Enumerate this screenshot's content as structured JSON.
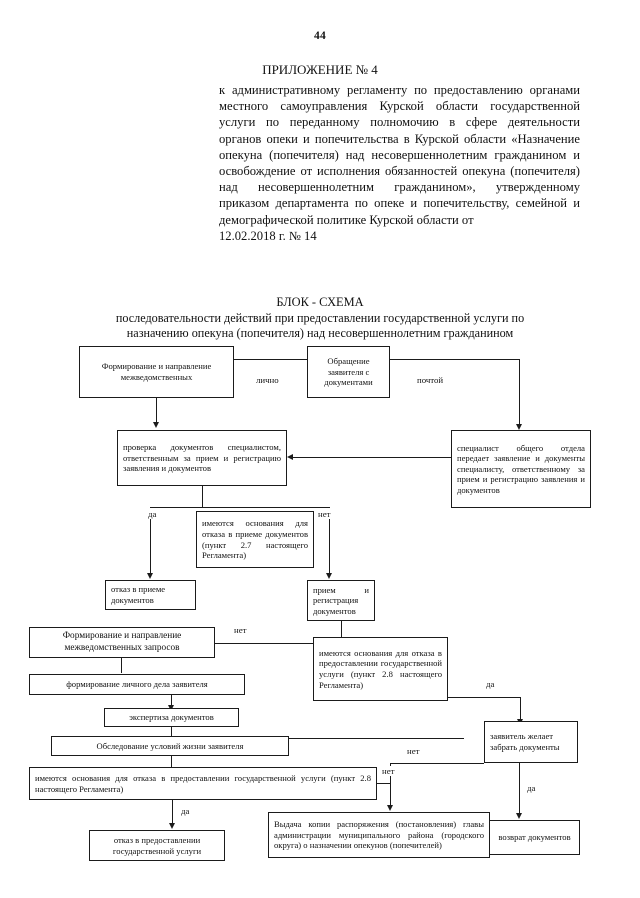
{
  "document": {
    "page_number": "44",
    "appendix_title": "ПРИЛОЖЕНИЕ № 4",
    "intro_paragraph_1": "к административному регламенту по предоставлению органами местного самоуправления Курской области государственной услуги по переданному полномочию в сфере деятельности органов опеки и попечительства в Курской области «Назначение опекуна (попечителя) над несовершеннолетним гражданином и освобождение от исполнения обязанностей опекуна (попечителя) над несовершеннолетним гражданином», утвержденному приказом департамента по опеке и попечительству, семейной и демографической политике Курской области от",
    "intro_paragraph_2": "12.02.2018 г. № 14"
  },
  "scheme": {
    "title": "БЛОК - СХЕМА",
    "subtitle": "последовательности действий при предоставлении государственной услуги по назначению опекуна (попечителя) над несовершеннолетним гражданином",
    "nodes": {
      "n1_interdepartmental_top": "Формирование и направление межведомственных",
      "n2_applicant_request": "Обращение заявителя с документами",
      "n3_general_dept_specialist": "специалист общего отдела передает заявление и документы специалисту, ответственному за прием и регистрацию заявления и документов",
      "n4_document_check": "проверка документов специалистом, ответственным за прием и регистрацию заявления и документов",
      "n5_refusal_grounds_intake": "имеются основания для отказа в приеме документов (пункт 2.7 настоящего Регламента)",
      "n6_refusal_intake": "отказ в приеме документов",
      "n7_intake_registration": "прием и регистрация документов",
      "n8_interdepartmental_requests": "Формирование и направление межведомственных запросов",
      "n9_refusal_grounds_service_1": "имеются основания для отказа в предоставлении государственной услуги (пункт 2.8 настоящего Регламента)",
      "n10_personal_file": "формирование личного дела заявителя",
      "n11_expertise": "экспертиза документов",
      "n12_living_conditions_survey": "Обследование условий жизни заявителя",
      "n13_refusal_grounds_service_2": "имеются основания для отказа в предоставлении государственной услуги (пункт 2.8 настоящего Регламента)",
      "n14_applicant_wants_return": "заявитель желает забрать документы",
      "n15_refusal_service": "отказ в предоставлении государственной услуги",
      "n16_issue_copy_order": "Выдача копии распоряжения (постановления) главы администрации муниципального района (городского округа) о назначении опекунов (попечителей)",
      "n17_return_documents": "возврат документов"
    },
    "edge_labels": {
      "e1_personally": "лично",
      "e2_by_post": "почтой",
      "e3_yes_intake": "да",
      "e4_no_intake": "нет",
      "e5_no_service": "нет",
      "e6_yes_service": "да",
      "e7_no_survey": "нет",
      "e8_yes_survey": "да",
      "e9_no_return": "нет",
      "e10_yes_return": "да"
    }
  }
}
